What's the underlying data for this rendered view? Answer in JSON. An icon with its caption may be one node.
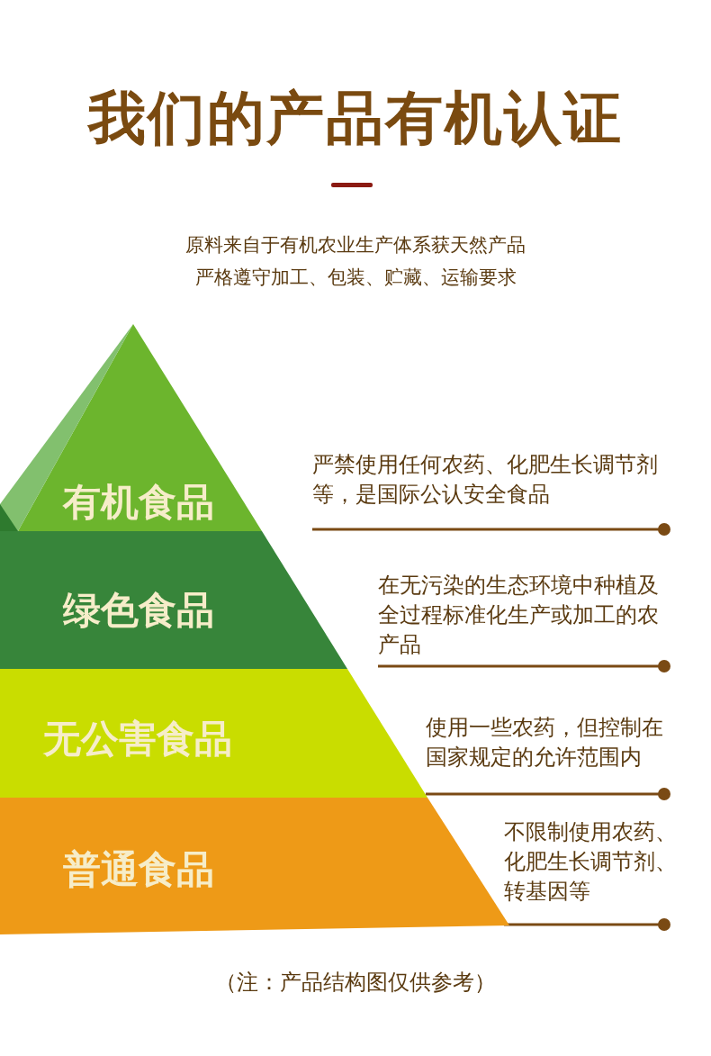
{
  "diagram": {
    "title": "我们的产品有机认证",
    "caption": "（注：产品结构图仅供参考）",
    "labels": [
      "原料来自于有机农业生产体系获天然产品",
      "严格遵守加工、包装、贮藏、运输要求",
      "严禁使用任何农药、化肥生长调节剂等，是国际公认安全食品",
      "在无污染的生态环境中种植及全过程标准化生产或加工的农产品",
      "使用一些农药，但控制在国家规定的允许范围内",
      "不限制使用农药、化肥生长调节剂、转基因等"
    ],
    "nodes": [
      {
        "text": [
          "有机食品"
        ]
      },
      {
        "text": [
          "绿色食品"
        ]
      },
      {
        "text": [
          "无公害食品"
        ]
      },
      {
        "text": [
          "普通食品"
        ]
      }
    ],
    "edges": []
  }
}
